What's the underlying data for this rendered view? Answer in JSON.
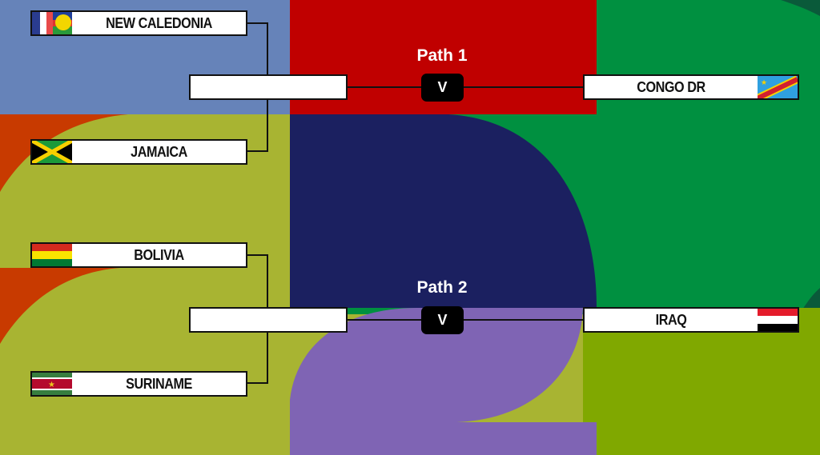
{
  "paths": [
    {
      "label": "Path 1",
      "vs": "V",
      "semi": [
        "NEW CALEDONIA",
        "JAMAICA"
      ],
      "final_opponent": "CONGO DR"
    },
    {
      "label": "Path 2",
      "vs": "V",
      "semi": [
        "BOLIVIA",
        "SURINAME"
      ],
      "final_opponent": "IRAQ"
    }
  ],
  "colors": {
    "blue": "#6683b9",
    "red": "#c00000",
    "olive": "#a8b432",
    "green": "#009040",
    "navy": "#1b2060",
    "purple": "#7f64b4",
    "lime": "#80a800",
    "orange": "#c83a00"
  }
}
